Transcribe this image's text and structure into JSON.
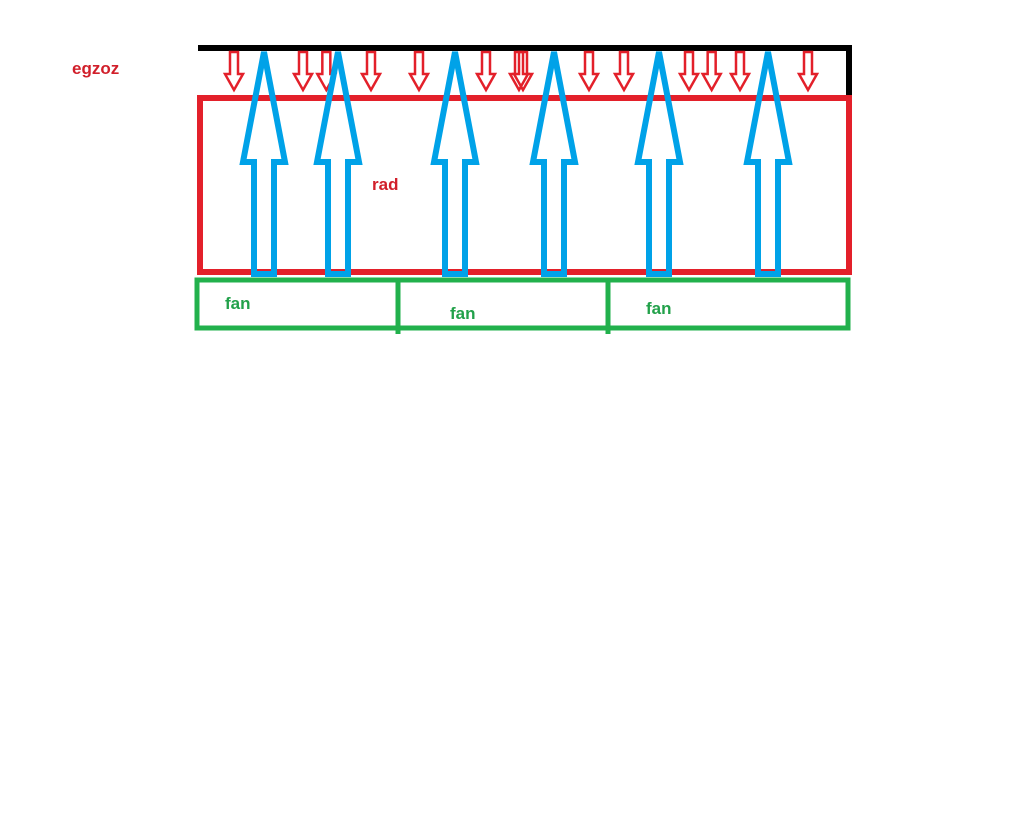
{
  "labels": {
    "exhaust": "egzoz",
    "radiator": "rad",
    "fans": [
      "fan",
      "fan",
      "fan"
    ]
  },
  "colors": {
    "exhaust_frame": "#000000",
    "radiator_frame": "#e3202a",
    "radiator_label": "#d11f2a",
    "fan_frame": "#22b14c",
    "fan_label": "#22a14a",
    "airflow_up": "#00a2e8",
    "airflow_down": "#e3202a"
  },
  "airflow": {
    "up_arrow_count": 6,
    "down_arrow_count": 14
  }
}
